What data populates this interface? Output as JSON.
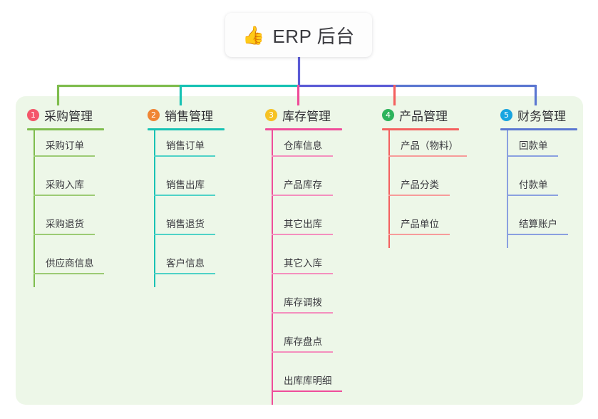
{
  "root": {
    "icon": "thumbs-up-icon",
    "icon_glyph": "👍",
    "label": "ERP 后台"
  },
  "theme": {
    "page_background": "#ffffff",
    "panel_background": "#edf7e8",
    "root_stem_color": "#5b5bd6",
    "text_color": "#3a3a3f"
  },
  "branches": [
    {
      "number": "1",
      "title": "采购管理",
      "badge_color": "#f4566a",
      "line_color": "#7fbd4e",
      "items": [
        {
          "label": "采购订单"
        },
        {
          "label": "采购入库"
        },
        {
          "label": "采购退货"
        },
        {
          "label": "供应商信息"
        }
      ]
    },
    {
      "number": "2",
      "title": "销售管理",
      "badge_color": "#f08534",
      "line_color": "#18c2b4",
      "items": [
        {
          "label": "销售订单"
        },
        {
          "label": "销售出库"
        },
        {
          "label": "销售退货"
        },
        {
          "label": "客户信息"
        }
      ]
    },
    {
      "number": "3",
      "title": "库存管理",
      "badge_color": "#f6c223",
      "line_color": "#ef4d9a",
      "items": [
        {
          "label": "仓库信息"
        },
        {
          "label": "产品库存"
        },
        {
          "label": "其它出库"
        },
        {
          "label": "其它入库"
        },
        {
          "label": "库存调拨"
        },
        {
          "label": "库存盘点"
        },
        {
          "label": "出库库明细"
        }
      ]
    },
    {
      "number": "4",
      "title": "产品管理",
      "badge_color": "#2cb35b",
      "line_color": "#f4605f",
      "items": [
        {
          "label": "产品（物料）"
        },
        {
          "label": "产品分类"
        },
        {
          "label": "产品单位"
        }
      ]
    },
    {
      "number": "5",
      "title": "财务管理",
      "badge_color": "#18a5e0",
      "line_color": "#5b77d1",
      "items": [
        {
          "label": "回款单"
        },
        {
          "label": "付款单"
        },
        {
          "label": "结算账户"
        }
      ]
    }
  ]
}
